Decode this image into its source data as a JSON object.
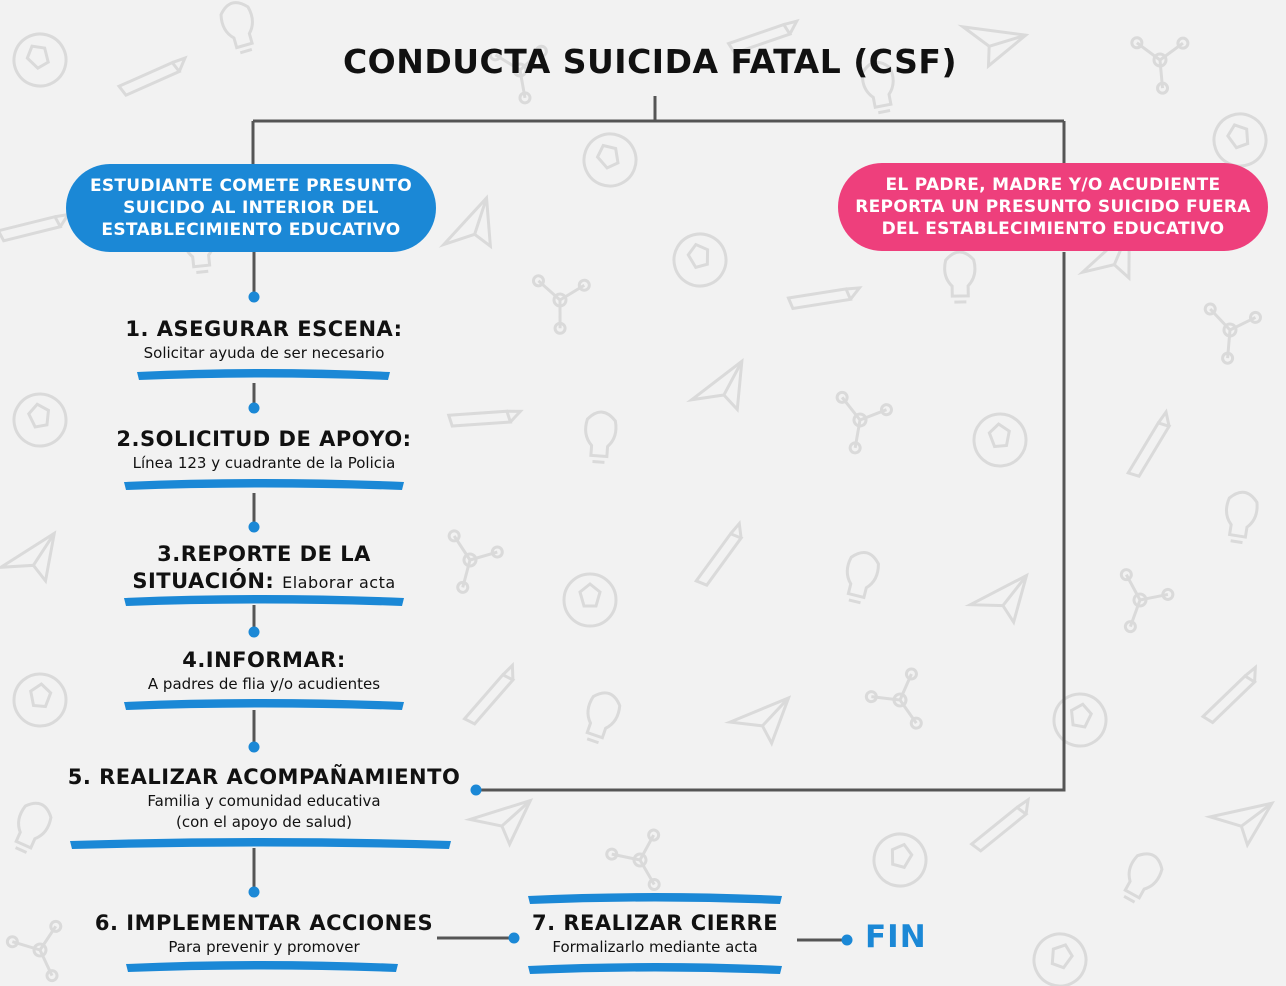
{
  "title": "CONDUCTA SUICIDA FATAL (CSF)",
  "colors": {
    "blue": "#1b88d6",
    "pink": "#ee3f7c",
    "connector": "#555555",
    "text": "#111111"
  },
  "branches": {
    "left": "ESTUDIANTE COMETE PRESUNTO\nSUICIDO AL INTERIOR DEL\nESTABLECIMIENTO EDUCATIVO",
    "right": "EL PADRE, MADRE Y/O ACUDIENTE\nREPORTA UN PRESUNTO SUICIDO FUERA\nDEL ESTABLECIMIENTO EDUCATIVO"
  },
  "steps": [
    {
      "title": "1. ASEGURAR ESCENA:",
      "desc": "Solicitar ayuda de ser necesario"
    },
    {
      "title": "2.SOLICITUD DE APOYO:",
      "desc": "Línea 123 y cuadrante de la Policia"
    },
    {
      "title": "3.REPORTE DE LA\nSITUACIÓN:",
      "desc": "Elaborar acta"
    },
    {
      "title": "4.INFORMAR:",
      "desc": "A padres de flia y/o acudientes"
    },
    {
      "title": "5. REALIZAR ACOMPAÑAMIENTO",
      "desc": "Familia y comunidad educativa\n(con el apoyo de salud)"
    },
    {
      "title": "6. IMPLEMENTAR ACCIONES",
      "desc": "Para prevenir y promover"
    },
    {
      "title": "7. REALIZAR CIERRE",
      "desc": "Formalizarlo mediante acta"
    }
  ],
  "end": "FIN",
  "background_icons": [
    "abc-icon",
    "apple-icon",
    "pencil-icon",
    "soccer-ball-icon",
    "lightbulb-icon",
    "paper-plane-icon",
    "rocket-icon",
    "molecule-icon",
    "book-icon",
    "123-icon"
  ]
}
